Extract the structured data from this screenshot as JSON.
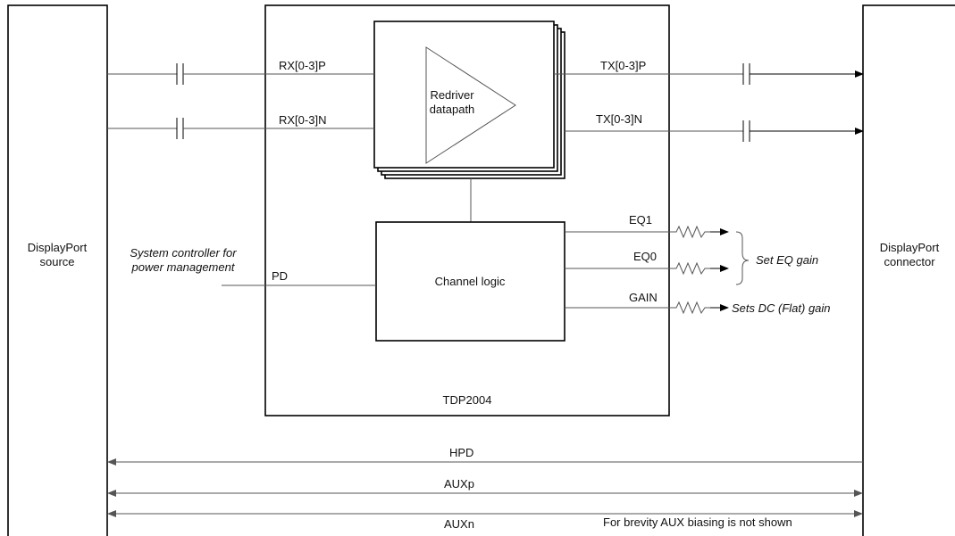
{
  "source": {
    "line1": "DisplayPort",
    "line2": "source"
  },
  "connector": {
    "line1": "DisplayPort",
    "line2": "connector"
  },
  "device": {
    "name": "TDP2004"
  },
  "datapath": {
    "line1": "Redriver",
    "line2": "datapath"
  },
  "logic": {
    "label": "Channel logic"
  },
  "signals": {
    "rxp": "RX[0-3]P",
    "rxn": "RX[0-3]N",
    "txp": "TX[0-3]P",
    "txn": "TX[0-3]N",
    "pd": "PD",
    "eq1": "EQ1",
    "eq0": "EQ0",
    "gain": "GAIN",
    "hpd": "HPD",
    "auxp": "AUXp",
    "auxn": "AUXn"
  },
  "annotations": {
    "controller_line1": "System controller for",
    "controller_line2": "power management",
    "eq_gain": "Set EQ gain",
    "dc_gain": "Sets DC (Flat) gain",
    "aux_note": "For brevity AUX biasing is not shown"
  }
}
